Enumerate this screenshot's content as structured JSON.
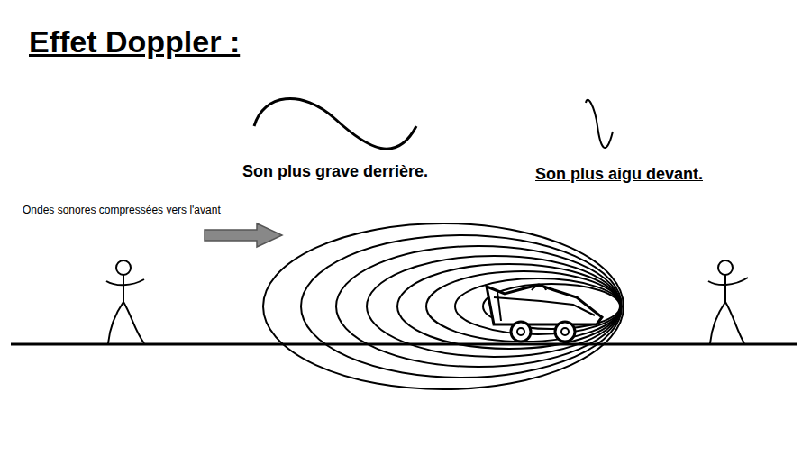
{
  "diagram": {
    "title": "Effet Doppler :",
    "labels": [
      "Son plus grave derrière.",
      "Son plus aigu devant.",
      "Ondes sonores compressées vers l'avant"
    ]
  }
}
